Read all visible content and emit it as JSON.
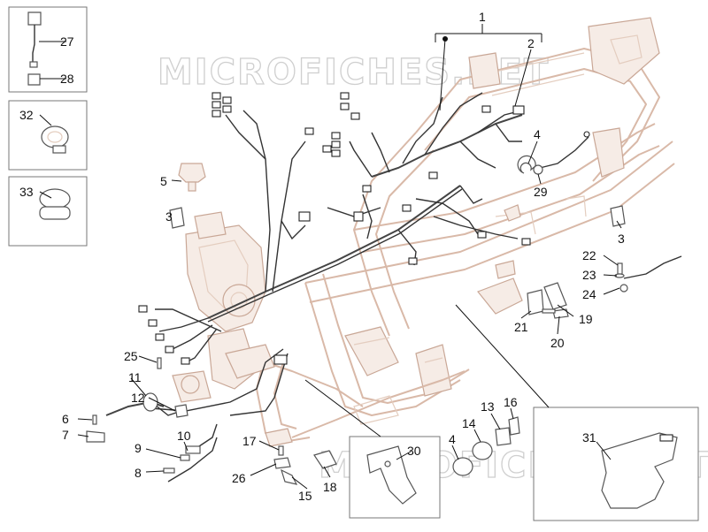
{
  "watermark": "MICROFICHES.NET",
  "callouts": {
    "c1": "1",
    "c2": "2",
    "c3a": "3",
    "c3b": "3",
    "c4a": "4",
    "c4b": "4",
    "c5": "5",
    "c6": "6",
    "c7": "7",
    "c8": "8",
    "c9": "9",
    "c10": "10",
    "c11": "11",
    "c12": "12",
    "c13": "13",
    "c14": "14",
    "c15": "15",
    "c16": "16",
    "c17": "17",
    "c18": "18",
    "c19": "19",
    "c20": "20",
    "c21": "21",
    "c22": "22",
    "c23": "23",
    "c24": "24",
    "c25": "25",
    "c26": "26",
    "c27": "27",
    "c28": "28",
    "c29": "29",
    "c30": "30",
    "c31": "31",
    "c32": "32",
    "c33": "33"
  }
}
